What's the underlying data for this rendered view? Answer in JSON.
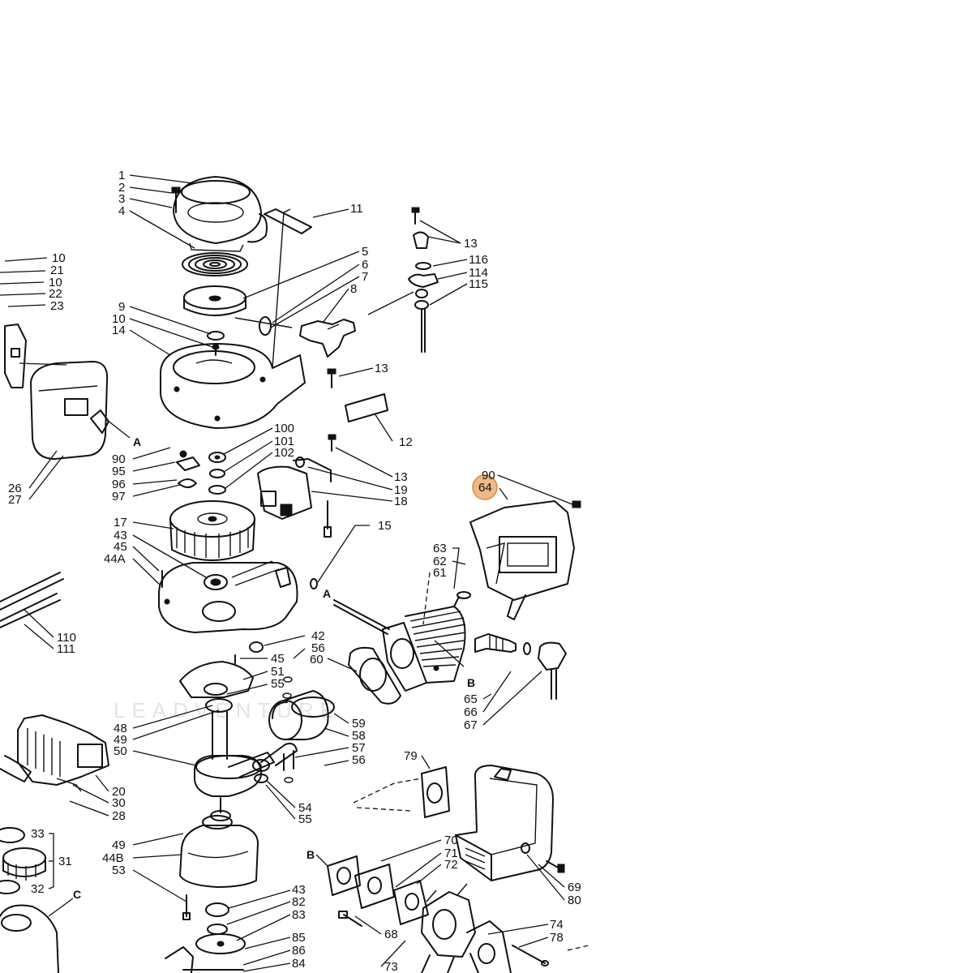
{
  "diagram": {
    "watermark": "LEADVENTURE",
    "highlight_color": "#e8a060",
    "highlighted_callout": "64",
    "labels": {
      "l1": "1",
      "l2": "2",
      "l3": "3",
      "l4": "4",
      "l5": "5",
      "l6": "6",
      "l7": "7",
      "l8": "8",
      "l9": "9",
      "l10": "10",
      "l14": "14",
      "l11": "11",
      "l12": "12",
      "l13a": "13",
      "l13b": "13",
      "l13c": "13",
      "l116": "116",
      "l114": "114",
      "l115": "115",
      "ll10a": "10",
      "ll21": "21",
      "ll10b": "10",
      "ll22": "22",
      "ll23": "23",
      "l26": "26",
      "l27": "27",
      "lA1": "A",
      "l90": "90",
      "l95": "95",
      "l96": "96",
      "l97": "97",
      "l100": "100",
      "l101": "101",
      "l102": "102",
      "l19": "19",
      "l18": "18",
      "l15": "15",
      "l17": "17",
      "l43a": "43",
      "l45a": "45",
      "l44A": "44A",
      "l110": "110",
      "l111": "111",
      "l42": "42",
      "l56a": "56",
      "l60": "60",
      "l45b": "45",
      "l51": "51",
      "l55a": "55",
      "l48": "48",
      "l49a": "49",
      "l50": "50",
      "l59": "59",
      "l58": "58",
      "l57": "57",
      "l56b": "56",
      "l54": "54",
      "l55b": "55",
      "l20": "20",
      "l30": "30",
      "l28": "28",
      "l33": "33",
      "l31": "31",
      "l32": "32",
      "lC": "C",
      "l49b": "49",
      "l44B": "44B",
      "l53": "53",
      "l43b": "43",
      "l82": "82",
      "l83": "83",
      "l85": "85",
      "l86": "86",
      "l84": "84",
      "l90r": "90",
      "l64": "64",
      "l63": "63",
      "l62": "62",
      "l61": "61",
      "lA2": "A",
      "lB1": "B",
      "l65": "65",
      "l66": "66",
      "l67": "67",
      "l79": "79",
      "lB2": "B",
      "l70": "70",
      "l71": "71",
      "l72": "72",
      "l68": "68",
      "l73": "73",
      "l74": "74",
      "l78": "78",
      "l69": "69",
      "l80": "80"
    }
  }
}
